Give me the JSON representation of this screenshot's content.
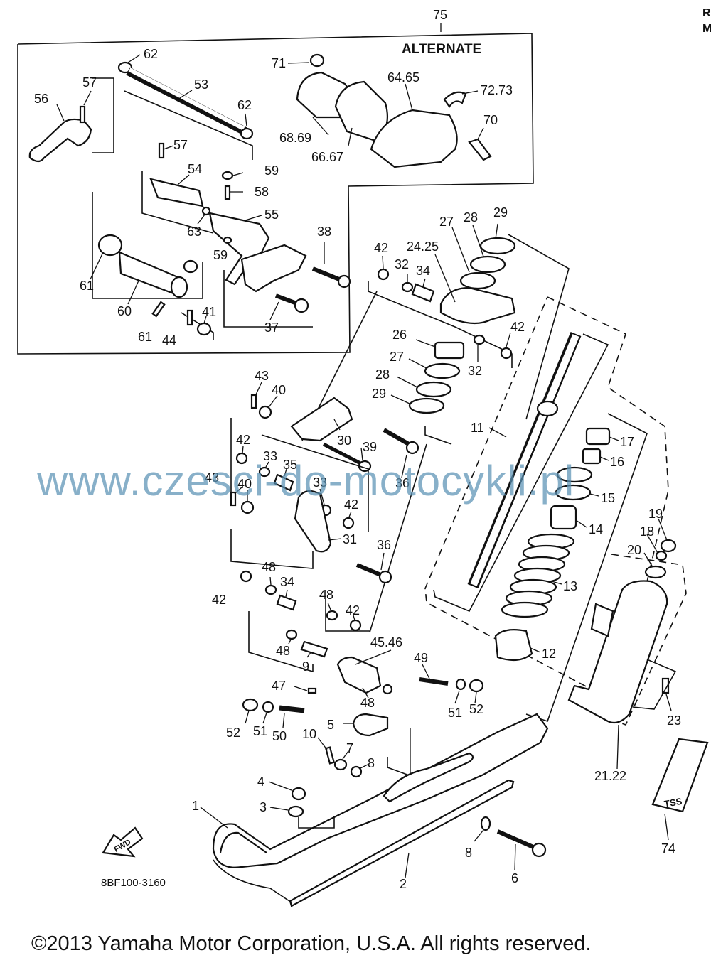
{
  "diagram": {
    "part_code": "8BF100-3160",
    "alternate_label": "ALTERNATE",
    "fwd_label": "FWD",
    "decal_label": "TSS",
    "corner_marks": [
      "R",
      "M"
    ],
    "callouts": {
      "c75": "75",
      "c62a": "62",
      "c57a": "57",
      "c53": "53",
      "c56": "56",
      "c62b": "62",
      "c71": "71",
      "c6465": "64.65",
      "c7273": "72.73",
      "c70": "70",
      "c6869": "68.69",
      "c6667": "66.67",
      "c57b": "57",
      "c54": "54",
      "c59a": "59",
      "c58": "58",
      "c55": "55",
      "c63": "63",
      "c59b": "59",
      "c38": "38",
      "c61a": "61",
      "c60": "60",
      "c41": "41",
      "c61b": "61",
      "c44": "44",
      "c37": "37",
      "c42a": "42",
      "c32a": "32",
      "c34a": "34",
      "c2425": "24.25",
      "c27a": "27",
      "c28a": "28",
      "c29a": "29",
      "c42b": "42",
      "c26": "26",
      "c27b": "27",
      "c32b": "32",
      "c28b": "28",
      "c29b": "29",
      "c11": "11",
      "c43a": "43",
      "c40a": "40",
      "c30": "30",
      "c39": "39",
      "c42c": "42",
      "c33a": "33",
      "c35": "35",
      "c36a": "36",
      "c43b": "43",
      "c40b": "40",
      "c33b": "33",
      "c42d": "42",
      "c31": "31",
      "c36b": "36",
      "c17": "17",
      "c16": "16",
      "c15": "15",
      "c14": "14",
      "c13": "13",
      "c12": "12",
      "c19": "19",
      "c18": "18",
      "c20": "20",
      "c23": "23",
      "c2122": "21.22",
      "c74": "74",
      "c48a": "48",
      "c34b": "34",
      "c42e": "42",
      "c48b": "48",
      "c42f": "42",
      "c48c": "48",
      "c9": "9",
      "c4546": "45.46",
      "c49": "49",
      "c47": "47",
      "c48d": "48",
      "c51a": "51",
      "c52a": "52",
      "c52b": "52",
      "c51b": "51",
      "c50": "50",
      "c5": "5",
      "c10": "10",
      "c7": "7",
      "c8a": "8",
      "c4": "4",
      "c3": "3",
      "c1": "1",
      "c8b": "8",
      "c2": "2",
      "c6": "6"
    }
  },
  "watermark": "www.czesci-do-motocykli.pl",
  "footer": "©2013 Yamaha Motor Corporation, U.S.A. All rights reserved."
}
